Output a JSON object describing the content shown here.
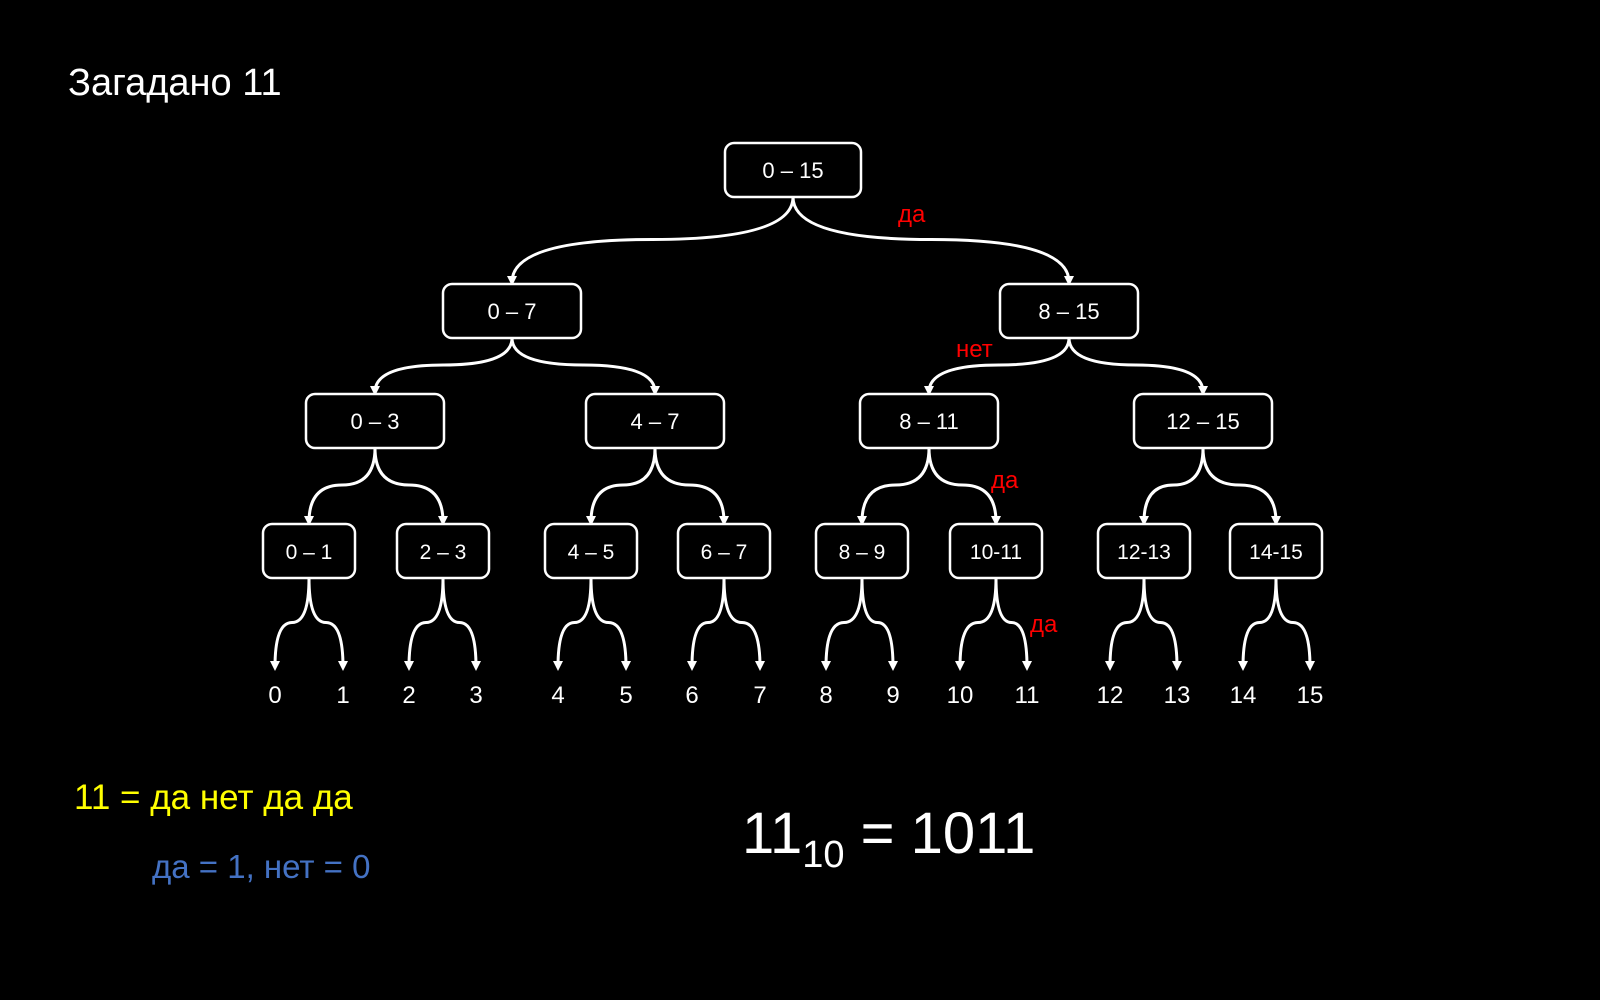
{
  "title": "Загадано 11",
  "colors": {
    "background": "#000000",
    "line": "#ffffff",
    "answer_label": "#ff0000",
    "summary": "#ffff00",
    "legend": "#4472c4"
  },
  "tree": {
    "level0": [
      {
        "label": "0 – 15"
      }
    ],
    "level1": [
      {
        "label": "0 – 7"
      },
      {
        "label": "8 – 15"
      }
    ],
    "level2": [
      {
        "label": "0 – 3"
      },
      {
        "label": "4 – 7"
      },
      {
        "label": "8 – 11"
      },
      {
        "label": "12 – 15"
      }
    ],
    "level3": [
      {
        "label": "0 – 1"
      },
      {
        "label": "2 – 3"
      },
      {
        "label": "4 – 5"
      },
      {
        "label": "6 – 7"
      },
      {
        "label": "8 – 9"
      },
      {
        "label": "10-11"
      },
      {
        "label": "12-13"
      },
      {
        "label": "14-15"
      }
    ],
    "leaves": [
      "0",
      "1",
      "2",
      "3",
      "4",
      "5",
      "6",
      "7",
      "8",
      "9",
      "10",
      "11",
      "12",
      "13",
      "14",
      "15"
    ]
  },
  "answers": [
    "да",
    "нет",
    "да",
    "да"
  ],
  "summary": "11 = да нет да да",
  "legend": "да = 1, нет = 0",
  "result": {
    "number": "11",
    "base": "10",
    "rest": " = 1011"
  }
}
